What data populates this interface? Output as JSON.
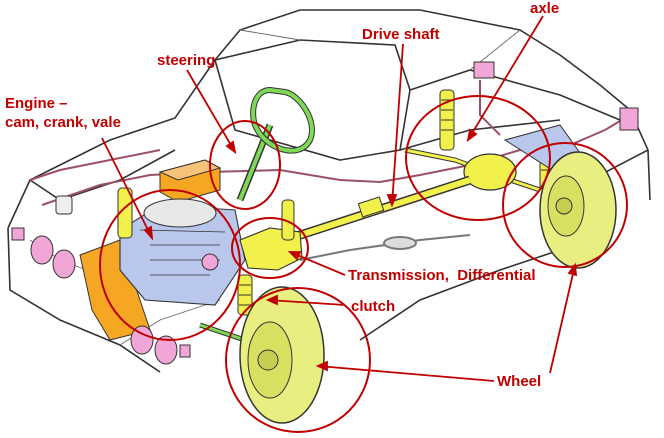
{
  "colors": {
    "annotation": "#c00000",
    "outline": "#333333",
    "yellow": "#f2f04a",
    "wheel": "#e8ee80",
    "orange": "#f5a623",
    "pink": "#f2a6d8",
    "engine_blue": "#b9c7ec",
    "green": "#7ed957",
    "brake_line": "#9c4f68"
  },
  "labels": {
    "axle": "axle",
    "drive_shaft": "Drive shaft",
    "steering": "steering",
    "engine": "Engine –\ncam, crank, vale",
    "transmission": "Transmission,  Differential",
    "clutch": "clutch",
    "wheel": "Wheel"
  }
}
